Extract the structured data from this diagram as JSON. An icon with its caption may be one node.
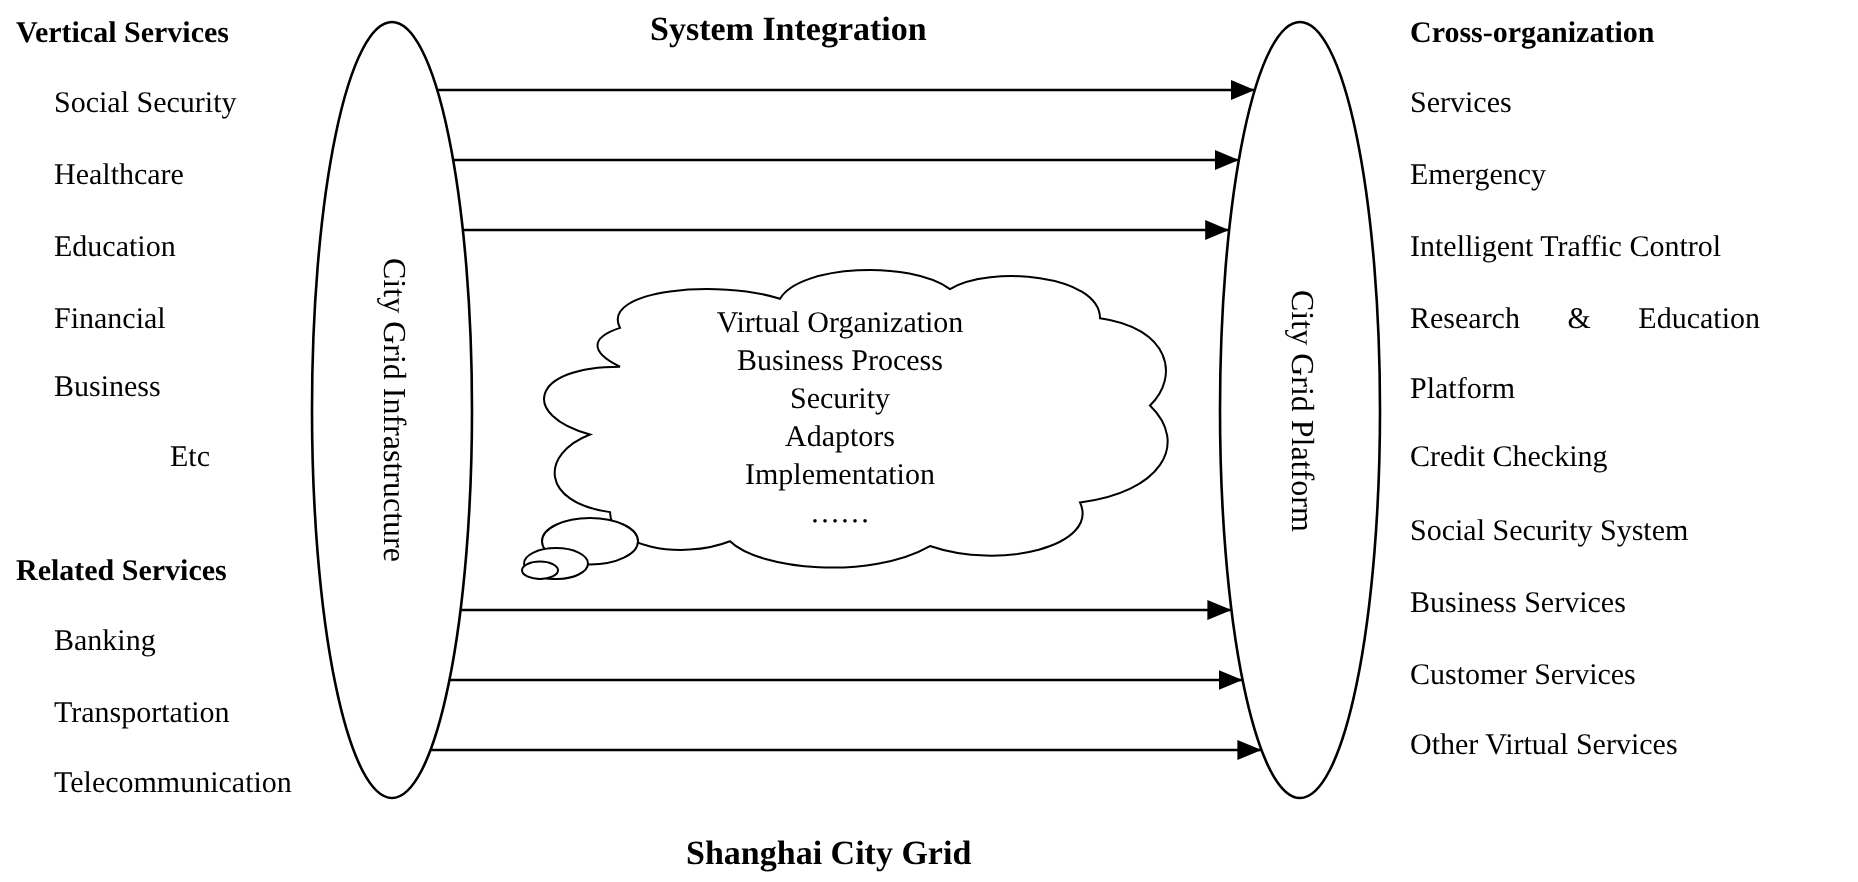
{
  "diagram": {
    "title": "System Integration",
    "caption": "Shanghai City Grid",
    "nodes": [
      {
        "text": [
          "City Grid Infrastructure"
        ]
      },
      {
        "text": [
          "Virtual Organization",
          "Business Process",
          "Security",
          "Adaptors",
          "Implementation",
          "……"
        ]
      },
      {
        "text": [
          "City Grid Platform"
        ]
      }
    ],
    "edges": [
      {
        "from": 0,
        "to": 2,
        "arrow": "to"
      },
      {
        "from": 0,
        "to": 2,
        "arrow": "to"
      },
      {
        "from": 0,
        "to": 2,
        "arrow": "to"
      },
      {
        "from": 0,
        "to": 2,
        "arrow": "to"
      },
      {
        "from": 0,
        "to": 2,
        "arrow": "to"
      },
      {
        "from": 0,
        "to": 2,
        "arrow": "to"
      }
    ],
    "labels": [
      "Vertical Services",
      "Social Security",
      "Healthcare",
      "Education",
      "Financial",
      "Business",
      "Etc",
      "Related Services",
      "Banking",
      "Transportation",
      "Telecommunication",
      "Cross-organization",
      "Services",
      "Emergency",
      "Intelligent Traffic Control",
      "Research & Education Platform",
      "Credit Checking",
      "Social Security System",
      "Business Services",
      "Customer Services",
      "Other Virtual Services"
    ]
  }
}
